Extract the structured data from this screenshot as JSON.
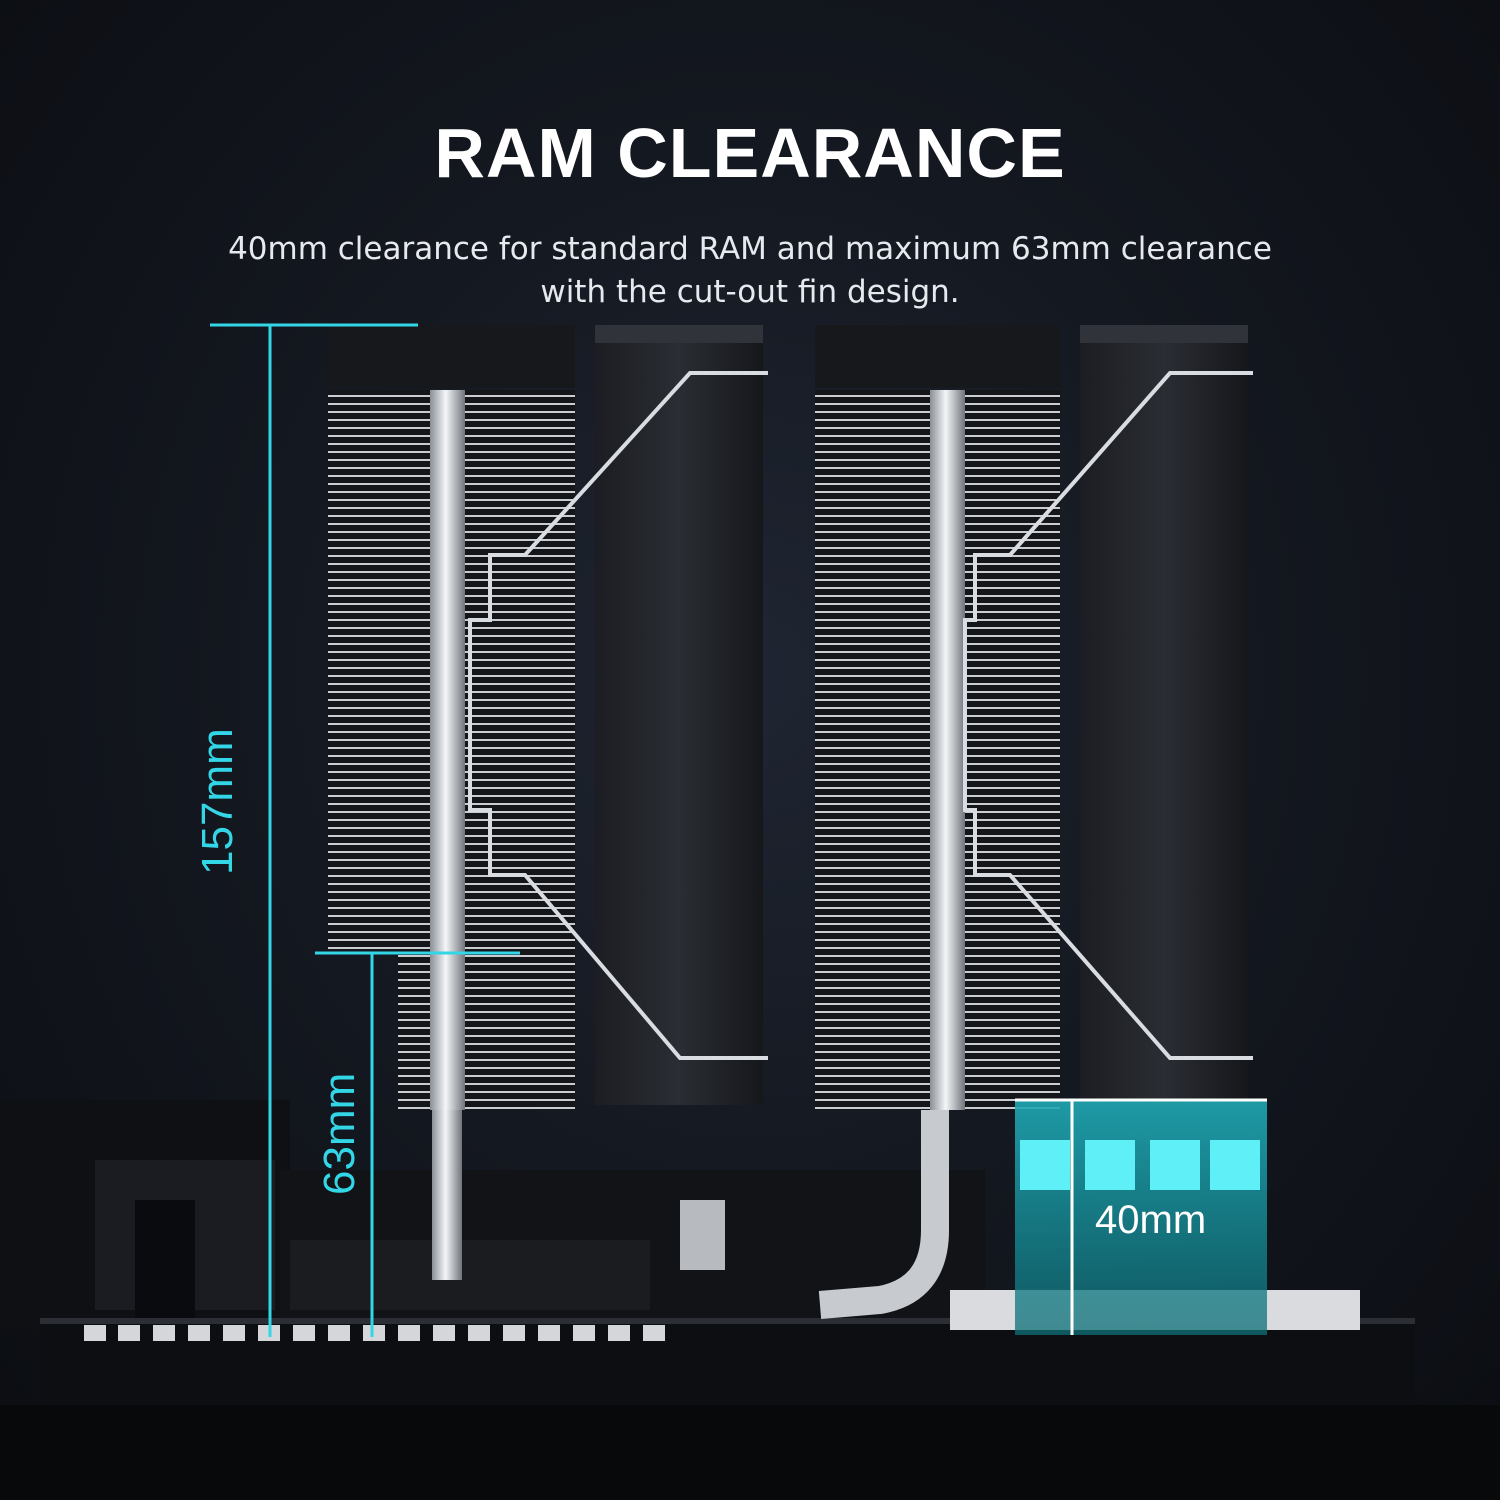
{
  "header": {
    "title": "RAM CLEARANCE",
    "subtitle_line1": "40mm clearance for standard RAM and maximum 63mm clearance",
    "subtitle_line2": "with the cut-out fin design."
  },
  "dimensions": {
    "height_label": "157mm",
    "max_ram_label": "63mm",
    "standard_ram_label": "40mm"
  },
  "colors": {
    "accent": "#33d6e6",
    "background": "#141820"
  }
}
